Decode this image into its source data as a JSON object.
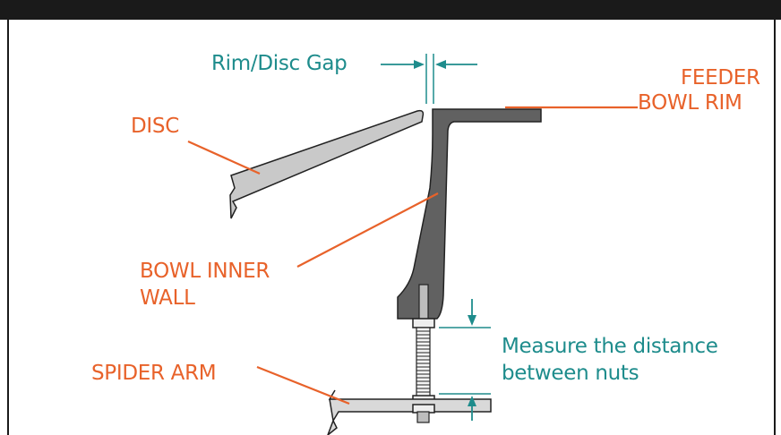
{
  "colors": {
    "frame": "#1a1a1a",
    "orange_label": "#e8622a",
    "teal_label": "#1e8c8c",
    "bowl_wall_fill": "#616161",
    "disc_fill": "#c9c9c9",
    "spider_arm_fill": "#d9d9d9",
    "outline": "#222222"
  },
  "labels": {
    "rim_disc_gap": "Rim/Disc Gap",
    "disc": "DISC",
    "feeder_bowl_rim_line1": "FEEDER",
    "feeder_bowl_rim_line2": "BOWL RIM",
    "bowl_inner_wall_line1": "BOWL INNER",
    "bowl_inner_wall_line2": "WALL",
    "measure_line1": "Measure the distance",
    "measure_line2": "between nuts",
    "spider_arm": "SPIDER ARM"
  }
}
